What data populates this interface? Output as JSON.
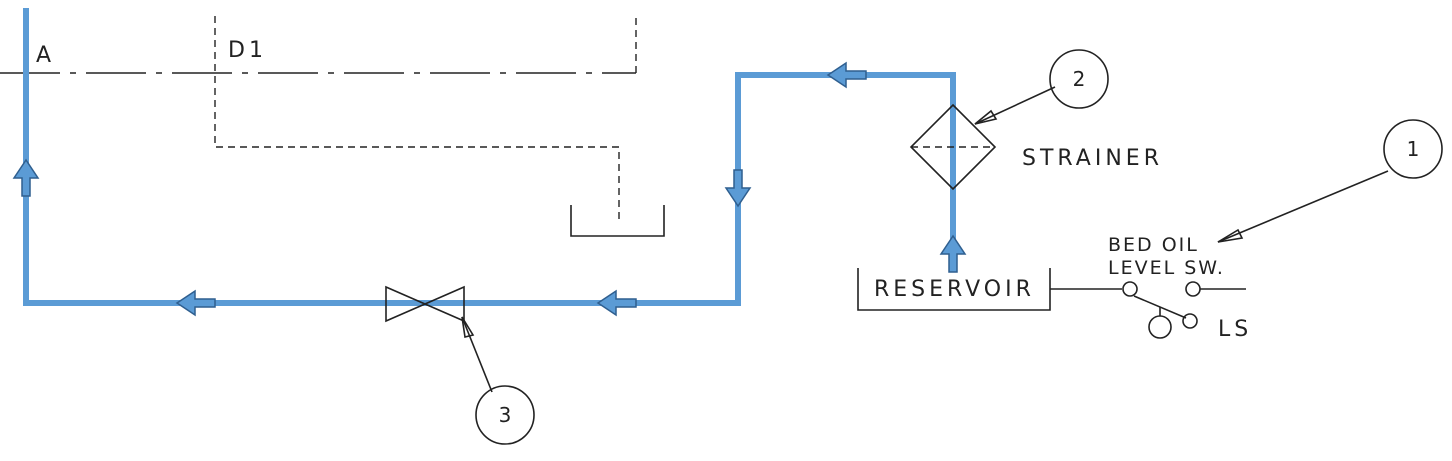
{
  "labels": {
    "line_a": "A",
    "line_d1": "D1",
    "strainer": "STRAINER",
    "reservoir": "RESERVOIR",
    "level_switch_line1": "BED OIL",
    "level_switch_line2": "LEVEL SW.",
    "level_switch_tag": "LS"
  },
  "callouts": {
    "item1": "1",
    "item2": "2",
    "item3": "3"
  },
  "colors": {
    "pipe": "#5b9bd5",
    "line": "#222222"
  }
}
